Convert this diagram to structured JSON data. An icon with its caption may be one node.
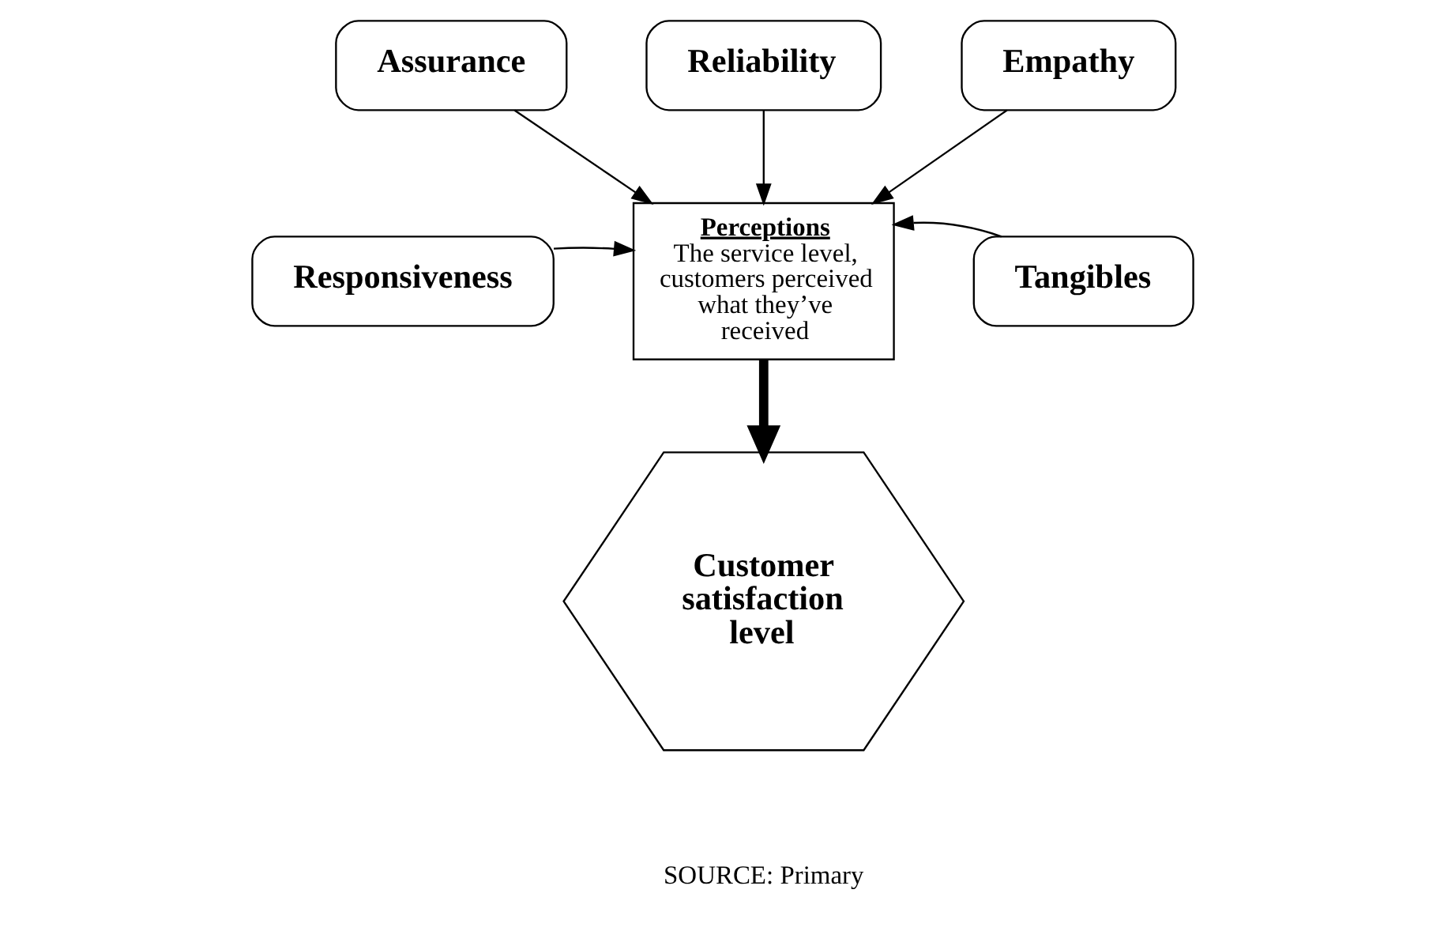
{
  "diagram": {
    "nodes": [
      {
        "text": [
          "Assurance"
        ]
      },
      {
        "text": [
          "Reliability"
        ]
      },
      {
        "text": [
          "Empathy"
        ]
      },
      {
        "text": [
          "Responsiveness"
        ]
      },
      {
        "text": [
          "Perceptions",
          "The service level, customers perceived what they’ve received"
        ]
      },
      {
        "text": [
          "Tangibles"
        ]
      },
      {
        "text": [
          "Customer satisfaction level"
        ]
      }
    ],
    "edges": [
      {
        "from": 0,
        "to": 4,
        "arrow": "to"
      },
      {
        "from": 1,
        "to": 4,
        "arrow": "to"
      },
      {
        "from": 2,
        "to": 4,
        "arrow": "to"
      },
      {
        "from": 3,
        "to": 4,
        "arrow": "to"
      },
      {
        "from": 5,
        "to": 4,
        "arrow": "to"
      },
      {
        "from": 4,
        "to": 6,
        "arrow": "to",
        "style": "thick"
      }
    ],
    "labels": [
      "SOURCE: Primary"
    ]
  }
}
